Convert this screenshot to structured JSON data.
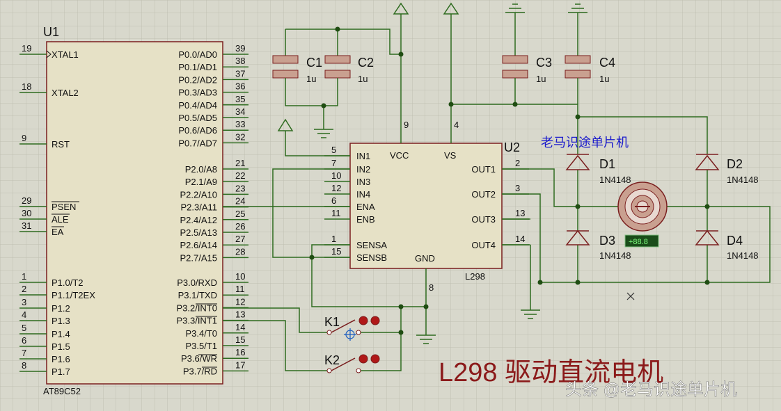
{
  "colors": {
    "background": "#d8d8cc",
    "grid": "#bfbfb2",
    "wire": "#2e6b1f",
    "component": "#7a1e1e",
    "chip_fill": "#e6e1c6",
    "cap_fill": "#c9a090",
    "title": "#8b1a1a",
    "watermark": "#ffffff",
    "blue_text": "#1a1acc",
    "dot": "#1f4d12"
  },
  "u1": {
    "ref": "U1",
    "part": "AT89C52",
    "left_pins": [
      {
        "num": "19",
        "name": "XTAL1"
      },
      {
        "num": "18",
        "name": "XTAL2"
      },
      {
        "num": "9",
        "name": "RST"
      },
      {
        "num": "29",
        "name": "PSEN"
      },
      {
        "num": "30",
        "name": "ALE"
      },
      {
        "num": "31",
        "name": "EA"
      },
      {
        "num": "1",
        "name": "P1.0/T2"
      },
      {
        "num": "2",
        "name": "P1.1/T2EX"
      },
      {
        "num": "3",
        "name": "P1.2"
      },
      {
        "num": "4",
        "name": "P1.3"
      },
      {
        "num": "5",
        "name": "P1.4"
      },
      {
        "num": "6",
        "name": "P1.5"
      },
      {
        "num": "7",
        "name": "P1.6"
      },
      {
        "num": "8",
        "name": "P1.7"
      }
    ],
    "right_pins": [
      {
        "num": "39",
        "name": "P0.0/AD0"
      },
      {
        "num": "38",
        "name": "P0.1/AD1"
      },
      {
        "num": "37",
        "name": "P0.2/AD2"
      },
      {
        "num": "36",
        "name": "P0.3/AD3"
      },
      {
        "num": "35",
        "name": "P0.4/AD4"
      },
      {
        "num": "34",
        "name": "P0.5/AD5"
      },
      {
        "num": "33",
        "name": "P0.6/AD6"
      },
      {
        "num": "32",
        "name": "P0.7/AD7"
      },
      {
        "num": "21",
        "name": "P2.0/A8"
      },
      {
        "num": "22",
        "name": "P2.1/A9"
      },
      {
        "num": "23",
        "name": "P2.2/A10"
      },
      {
        "num": "24",
        "name": "P2.3/A11"
      },
      {
        "num": "25",
        "name": "P2.4/A12"
      },
      {
        "num": "26",
        "name": "P2.5/A13"
      },
      {
        "num": "27",
        "name": "P2.6/A14"
      },
      {
        "num": "28",
        "name": "P2.7/A15"
      },
      {
        "num": "10",
        "name": "P3.0/RXD"
      },
      {
        "num": "11",
        "name": "P3.1/TXD"
      },
      {
        "num": "12",
        "name": "P3.2/INT0"
      },
      {
        "num": "13",
        "name": "P3.3/INT1"
      },
      {
        "num": "14",
        "name": "P3.4/T0"
      },
      {
        "num": "15",
        "name": "P3.5/T1"
      },
      {
        "num": "16",
        "name": "P3.6/WR"
      },
      {
        "num": "17",
        "name": "P3.7/RD"
      }
    ]
  },
  "u2": {
    "ref": "U2",
    "part": "L298",
    "left_pins": [
      {
        "num": "5",
        "name": "IN1"
      },
      {
        "num": "7",
        "name": "IN2"
      },
      {
        "num": "10",
        "name": "IN3"
      },
      {
        "num": "12",
        "name": "IN4"
      },
      {
        "num": "6",
        "name": "ENA"
      },
      {
        "num": "11",
        "name": "ENB"
      },
      {
        "num": "1",
        "name": "SENSA"
      },
      {
        "num": "15",
        "name": "SENSB"
      }
    ],
    "right_pins": [
      {
        "num": "2",
        "name": "OUT1"
      },
      {
        "num": "3",
        "name": "OUT2"
      },
      {
        "num": "13",
        "name": "OUT3"
      },
      {
        "num": "14",
        "name": "OUT4"
      }
    ],
    "top_pins": [
      {
        "num": "9",
        "name": "VCC"
      },
      {
        "num": "4",
        "name": "VS"
      }
    ],
    "bottom_pins": [
      {
        "num": "8",
        "name": "GND"
      }
    ]
  },
  "capacitors": [
    {
      "ref": "C1",
      "value": "1u"
    },
    {
      "ref": "C2",
      "value": "1u"
    },
    {
      "ref": "C3",
      "value": "1u"
    },
    {
      "ref": "C4",
      "value": "1u"
    }
  ],
  "diodes": [
    {
      "ref": "D1",
      "part": "1N4148"
    },
    {
      "ref": "D2",
      "part": "1N4148"
    },
    {
      "ref": "D3",
      "part": "1N4148"
    },
    {
      "ref": "D4",
      "part": "1N4148"
    }
  ],
  "switches": [
    {
      "ref": "K1"
    },
    {
      "ref": "K2"
    }
  ],
  "blue_label": "老马识途单片机",
  "motor_readout": "+88.8",
  "title": "L298 驱动直流电机",
  "watermark": "头条 @老马识途单片机"
}
